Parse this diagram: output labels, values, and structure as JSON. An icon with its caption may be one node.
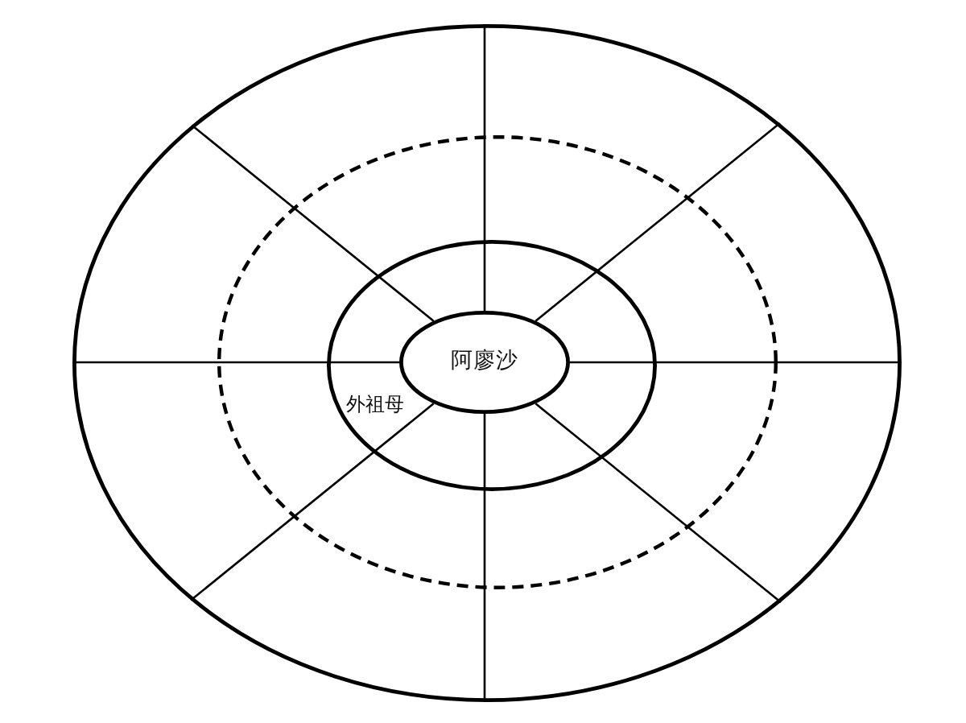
{
  "diagram": {
    "nodes": [
      {
        "text": [],
        "shape": "ellipse"
      },
      {
        "text": [],
        "shape": "ellipse",
        "in": 0
      },
      {
        "text": [
          "外祖母"
        ],
        "in": 1
      },
      {
        "text": [
          "阿廖沙"
        ],
        "in": 2
      }
    ],
    "edges": [
      {
        "from": 3,
        "to": 0,
        "arrow": "none"
      },
      {
        "from": 3,
        "to": 0,
        "arrow": "none"
      },
      {
        "from": 3,
        "to": 0,
        "arrow": "none"
      },
      {
        "from": 3,
        "to": 0,
        "arrow": "none"
      },
      {
        "from": 3,
        "to": 0,
        "arrow": "none"
      },
      {
        "from": 3,
        "to": 0,
        "arrow": "none"
      },
      {
        "from": 3,
        "to": 0,
        "arrow": "none"
      },
      {
        "from": 3,
        "to": 0,
        "arrow": "none"
      }
    ]
  }
}
